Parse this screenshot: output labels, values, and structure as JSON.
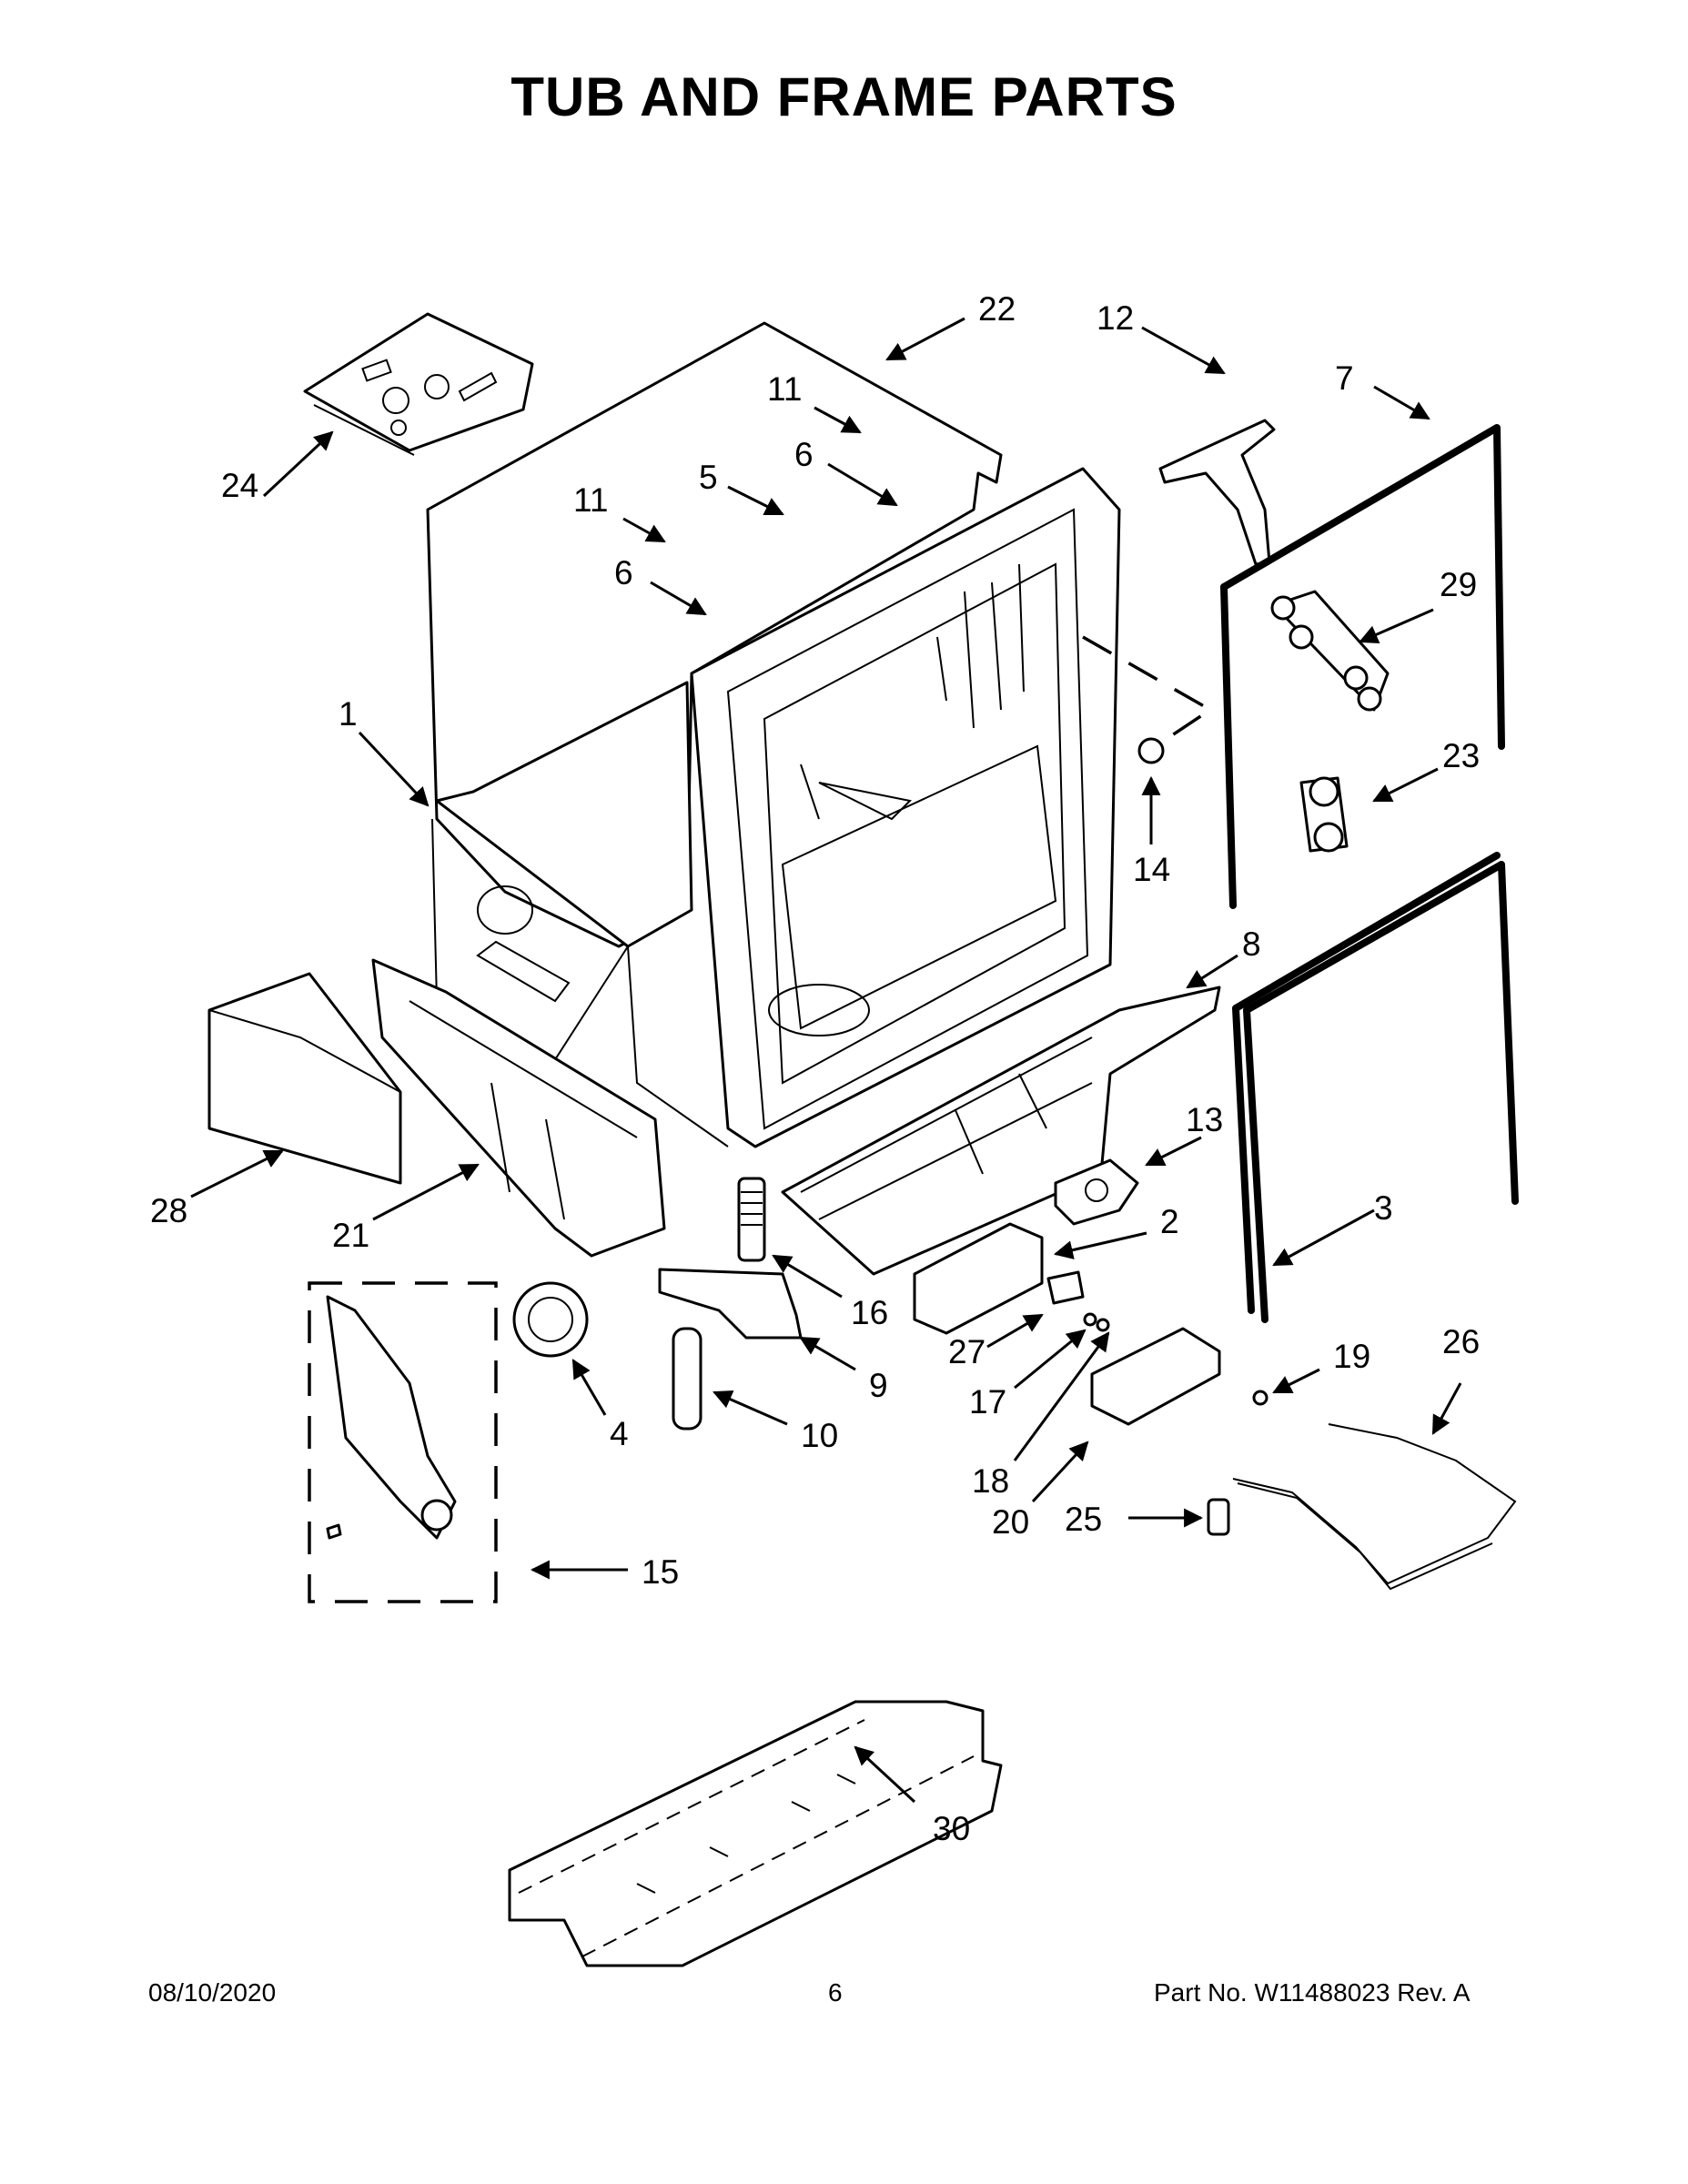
{
  "page": {
    "title": "TUB AND FRAME PARTS",
    "footer": {
      "date": "08/10/2020",
      "page_number": "6",
      "part_number": "Part No.  W11488023  Rev.  A"
    }
  },
  "callouts": [
    "22",
    "12",
    "7",
    "11",
    "24",
    "5",
    "6",
    "11",
    "6",
    "29",
    "1",
    "23",
    "14",
    "8",
    "13",
    "28",
    "21",
    "2",
    "3",
    "16",
    "9",
    "27",
    "17",
    "19",
    "26",
    "4",
    "10",
    "18",
    "20",
    "25",
    "15",
    "30"
  ]
}
